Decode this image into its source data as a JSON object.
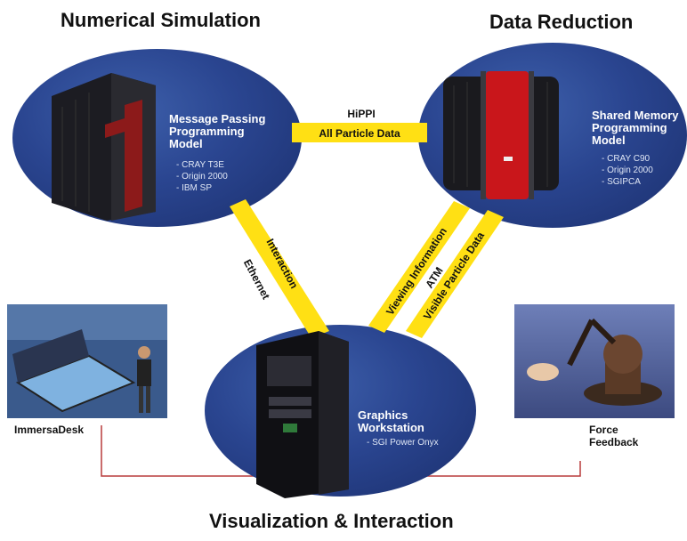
{
  "titles": {
    "numerical_simulation": "Numerical Simulation",
    "data_reduction": "Data Reduction",
    "visualization": "Visualization & Interaction"
  },
  "nodes": {
    "message_passing": {
      "title_lines": [
        "Message Passing",
        "Programming",
        "Model"
      ],
      "items": [
        "- CRAY T3E",
        "- Origin 2000",
        "- IBM SP"
      ]
    },
    "shared_memory": {
      "title_lines": [
        "Shared Memory",
        "Programming",
        "Model"
      ],
      "items": [
        "- CRAY C90",
        "- Origin 2000",
        "- SGIPCA"
      ]
    },
    "graphics_workstation": {
      "title_lines": [
        "Graphics",
        "Workstation"
      ],
      "items": [
        "- SGI Power Onyx"
      ]
    }
  },
  "links": {
    "hippi": {
      "line1": "HiPPI",
      "line2": "All Particle Data"
    },
    "ethernet": {
      "line1": "Interaction",
      "line2": "Ethernet"
    },
    "atm": {
      "line1": "Viewing Information",
      "line2": "ATM",
      "line3": "Visible Particle Data"
    }
  },
  "peripherals": {
    "immersadesk": "ImmersaDesk",
    "force_feedback_line1": "Force",
    "force_feedback_line2": "Feedback"
  },
  "colors": {
    "ellipse_blue": "#2a4590",
    "link_yellow": "#ffe014",
    "connector_red": "#b83b3b"
  }
}
